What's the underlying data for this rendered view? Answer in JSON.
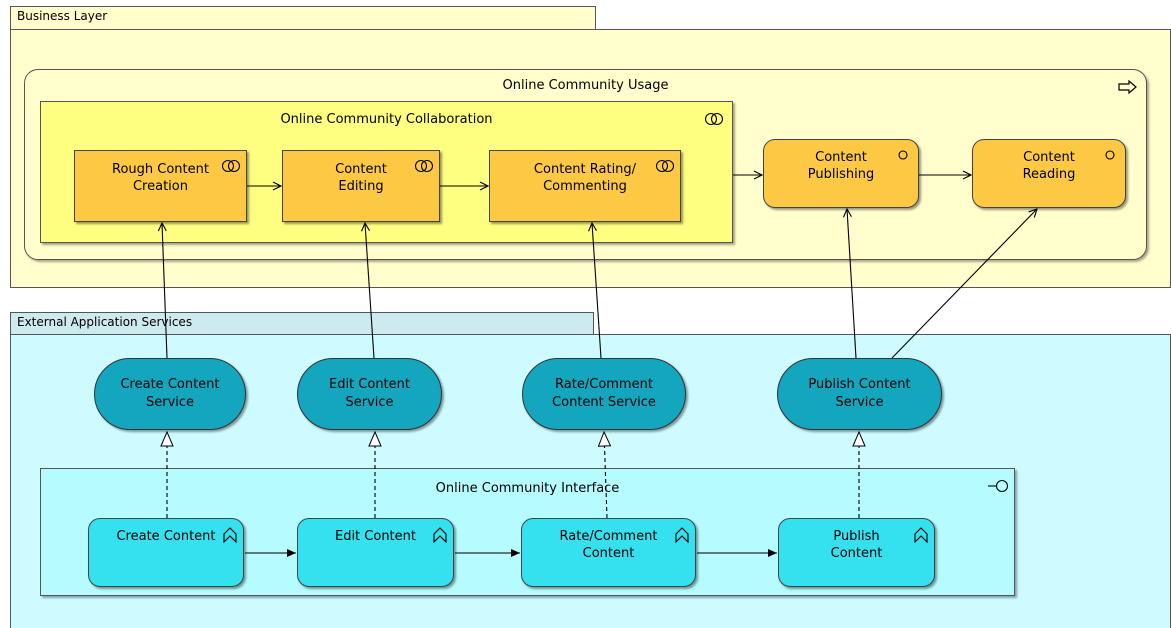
{
  "business_layer": {
    "label": "Business Layer"
  },
  "usage": {
    "title": "Online Community Usage"
  },
  "collaboration": {
    "title": "Online Community Collaboration"
  },
  "business_processes": [
    {
      "label": "Rough Content\nCreation"
    },
    {
      "label": "Content\nEditing"
    },
    {
      "label": "Content Rating/\nCommenting"
    }
  ],
  "business_functions": [
    {
      "label": "Content\nPublishing"
    },
    {
      "label": "Content\nReading"
    }
  ],
  "app_layer": {
    "label": "External Application Services"
  },
  "services": [
    {
      "label": "Create Content\nService"
    },
    {
      "label": "Edit Content\nService"
    },
    {
      "label": "Rate/Comment\nContent Service"
    },
    {
      "label": "Publish Content\nService"
    }
  ],
  "interface": {
    "title": "Online Community Interface"
  },
  "app_functions": [
    {
      "label": "Create Content"
    },
    {
      "label": "Edit Content"
    },
    {
      "label": "Rate/Comment\nContent"
    },
    {
      "label": "Publish\nContent"
    }
  ],
  "icons": {
    "collaboration": "collaboration-icon",
    "usage": "process-arrow-icon",
    "function": "function-icon",
    "event": "event-circle-icon",
    "interface": "interface-lollipop-icon"
  }
}
